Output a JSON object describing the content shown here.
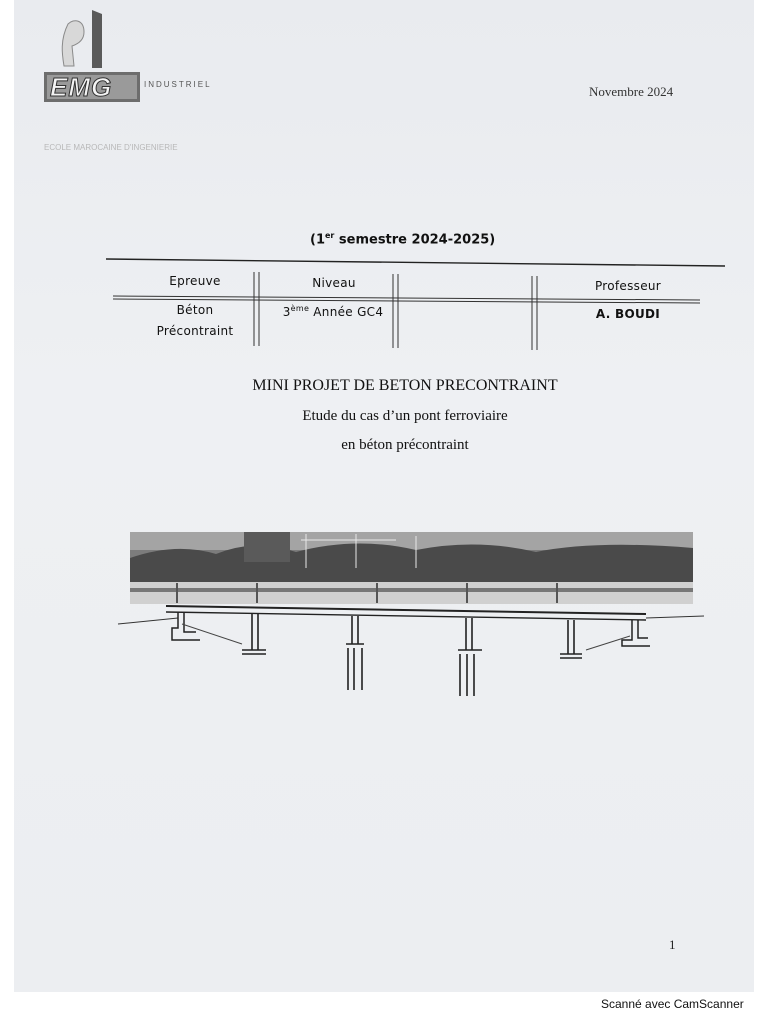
{
  "header": {
    "logo_letters": "EMG",
    "logo_suffix": "INDUSTRIEL",
    "logo_faint_lines": [
      "",
      "",
      "ECOLE MAROCAINE D'INGENIERIE"
    ],
    "date": "Novembre 2024"
  },
  "semester": {
    "open": "(1",
    "sup": "er",
    "rest": " semestre 2024-2025)"
  },
  "info_table": {
    "headers": [
      "Epreuve",
      "Niveau",
      "",
      "Professeur"
    ],
    "values": {
      "epreuve_line1": "Béton",
      "epreuve_line2": "Précontraint",
      "niveau_prefix": "3",
      "niveau_sup": "ème",
      "niveau_rest": " Année GC4",
      "empty": "",
      "professeur": "A. BOUDI"
    }
  },
  "title": {
    "main": "MINI PROJET DE BETON PRECONTRAINT",
    "sub1": "Etude du cas d’un pont ferroviaire",
    "sub2": "en béton précontraint"
  },
  "page_number": "1",
  "footer": {
    "scan_note": "Scanné avec CamScanner"
  }
}
